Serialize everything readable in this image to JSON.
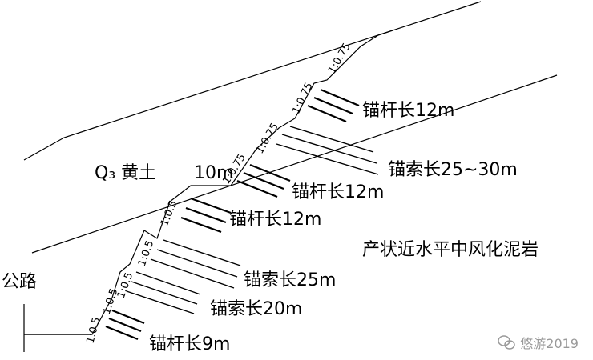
{
  "labels": {
    "anchor_top": "锚杆长12m",
    "cable_top": "锚索长25~30m",
    "q3_loess": "Q₃ 黄土",
    "width_10m": "10m",
    "anchor_mid1": "锚杆长12m",
    "anchor_mid2": "锚杆长12m",
    "rock": "产状近水平中风化泥岩",
    "road": "公路",
    "cable_25": "锚索长25m",
    "cable_20": "锚索长20m",
    "anchor_9": "锚杆长9m"
  },
  "slope_ratios": {
    "r1": "1:0.75",
    "r2": "1:0.75",
    "r3": "1:0.75",
    "r4": "1:0.75",
    "r5": "1:0.5",
    "r6": "1:0.5",
    "r7": "1:0.5",
    "r8": "1:0.5",
    "r9": "1:0.5"
  },
  "watermark": "悠游2019"
}
